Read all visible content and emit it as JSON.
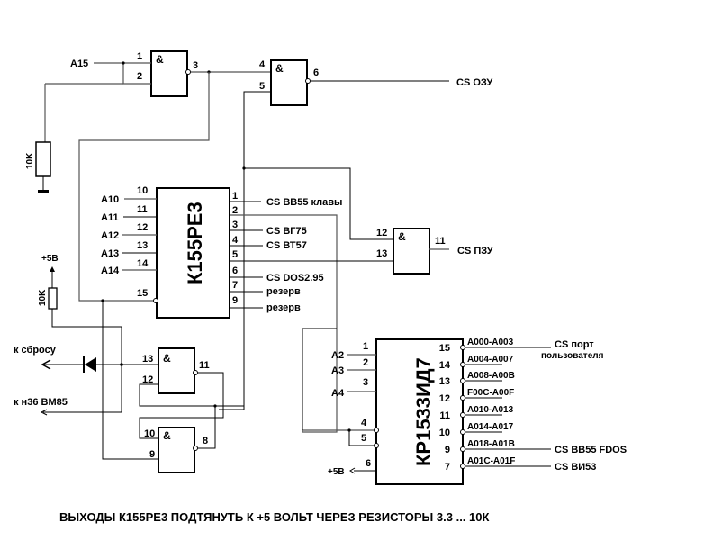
{
  "title": "Address decoder schematic",
  "gate_symbol": "&",
  "gates": {
    "g1": {
      "pins": [
        "1",
        "2",
        "3"
      ],
      "input_label": "A15"
    },
    "g2": {
      "pins": [
        "4",
        "5",
        "6"
      ],
      "output_label": "CS ОЗУ"
    },
    "g3": {
      "pins": [
        "12",
        "13",
        "11"
      ],
      "output_label": "CS ПЗУ"
    },
    "g4": {
      "pins": [
        "13",
        "12",
        "11"
      ]
    },
    "g5": {
      "pins": [
        "10",
        "9",
        "8"
      ]
    }
  },
  "resistor_top": {
    "label": "10K"
  },
  "resistor_reset": {
    "label": "10K",
    "supply": "+5В"
  },
  "rom_chip": {
    "name": "К155РЕ3",
    "inputs": [
      {
        "pin": "10",
        "signal": "A10"
      },
      {
        "pin": "11",
        "signal": "A11"
      },
      {
        "pin": "12",
        "signal": "A12"
      },
      {
        "pin": "13",
        "signal": "A13"
      },
      {
        "pin": "14",
        "signal": "A14"
      }
    ],
    "enable_pin": "15",
    "outputs": [
      {
        "pin": "1",
        "label": "CS ВВ55 клавы"
      },
      {
        "pin": "2",
        "label": ""
      },
      {
        "pin": "3",
        "label": "CS ВГ75"
      },
      {
        "pin": "4",
        "label": "CS ВТ57"
      },
      {
        "pin": "5",
        "label": ""
      },
      {
        "pin": "6",
        "label": "CS DOS2.95"
      },
      {
        "pin": "7",
        "label": "резерв"
      },
      {
        "pin": "9",
        "label": "резерв"
      }
    ]
  },
  "decoder_chip": {
    "name": "КР1533ИД7",
    "inputs": [
      {
        "pin": "1",
        "signal": "A2"
      },
      {
        "pin": "2",
        "signal": "A3"
      },
      {
        "pin": "3",
        "signal": "A4"
      },
      {
        "pin": "4",
        "signal": ""
      },
      {
        "pin": "5",
        "signal": ""
      },
      {
        "pin": "6",
        "signal": "+5В"
      }
    ],
    "outputs": [
      {
        "pin": "15",
        "range": "A000-A003",
        "label": "CS порт",
        "label2": "пользователя"
      },
      {
        "pin": "14",
        "range": "A004-A007",
        "label": ""
      },
      {
        "pin": "13",
        "range": "A008-A00B",
        "label": ""
      },
      {
        "pin": "12",
        "range": "F00C-A00F",
        "label": ""
      },
      {
        "pin": "11",
        "range": "A010-A013",
        "label": ""
      },
      {
        "pin": "10",
        "range": "A014-A017",
        "label": ""
      },
      {
        "pin": "9",
        "range": "A018-A01B",
        "label": "CS ВВ55 FDOS"
      },
      {
        "pin": "7",
        "range": "A01C-A01F",
        "label": "CS ВИ53"
      }
    ]
  },
  "signals": {
    "reset": "к сбросу",
    "cpu_pin": "к н36 ВМ85"
  },
  "footnote": "ВЫХОДЫ К155РЕ3 ПОДТЯНУТЬ К +5 ВОЛЬТ ЧЕРЕЗ РЕЗИСТОРЫ  3.3 ... 10К"
}
